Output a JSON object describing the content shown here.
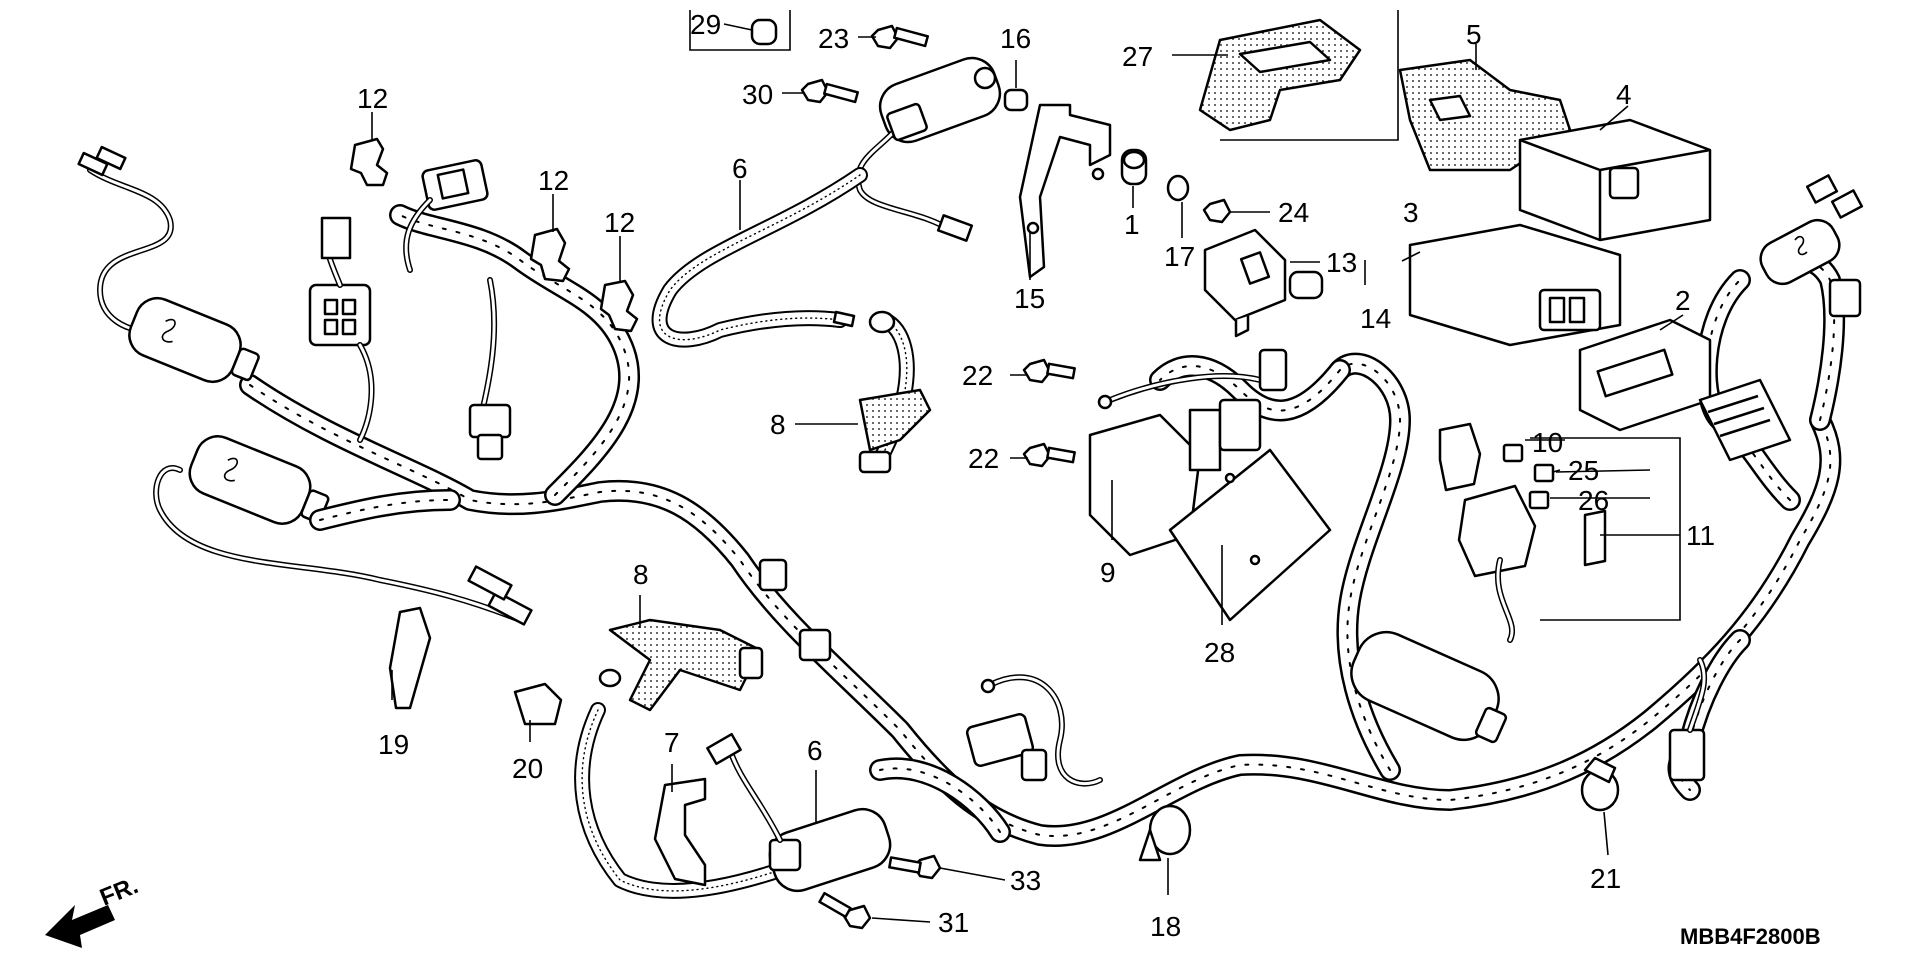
{
  "diagram_code": "MBB4F2800B",
  "front_marker": "FR.",
  "callouts": {
    "c29": "29",
    "c23": "23",
    "c16": "16",
    "c27": "27",
    "c5": "5",
    "c30": "30",
    "c6_top": "6",
    "c12_a": "12",
    "c12_b": "12",
    "c12_c": "12",
    "c4": "4",
    "c1": "1",
    "c17": "17",
    "c24": "24",
    "c3": "3",
    "c13": "13",
    "c15": "15",
    "c14": "14",
    "c2": "2",
    "c22_a": "22",
    "c22_b": "22",
    "c8_top": "8",
    "c10": "10",
    "c25": "25",
    "c26": "26",
    "c11": "11",
    "c9": "9",
    "c28": "28",
    "c8_mid": "8",
    "c19": "19",
    "c20": "20",
    "c7": "7",
    "c6_bottom": "6",
    "c33": "33",
    "c31": "31",
    "c18": "18",
    "c21": "21"
  }
}
